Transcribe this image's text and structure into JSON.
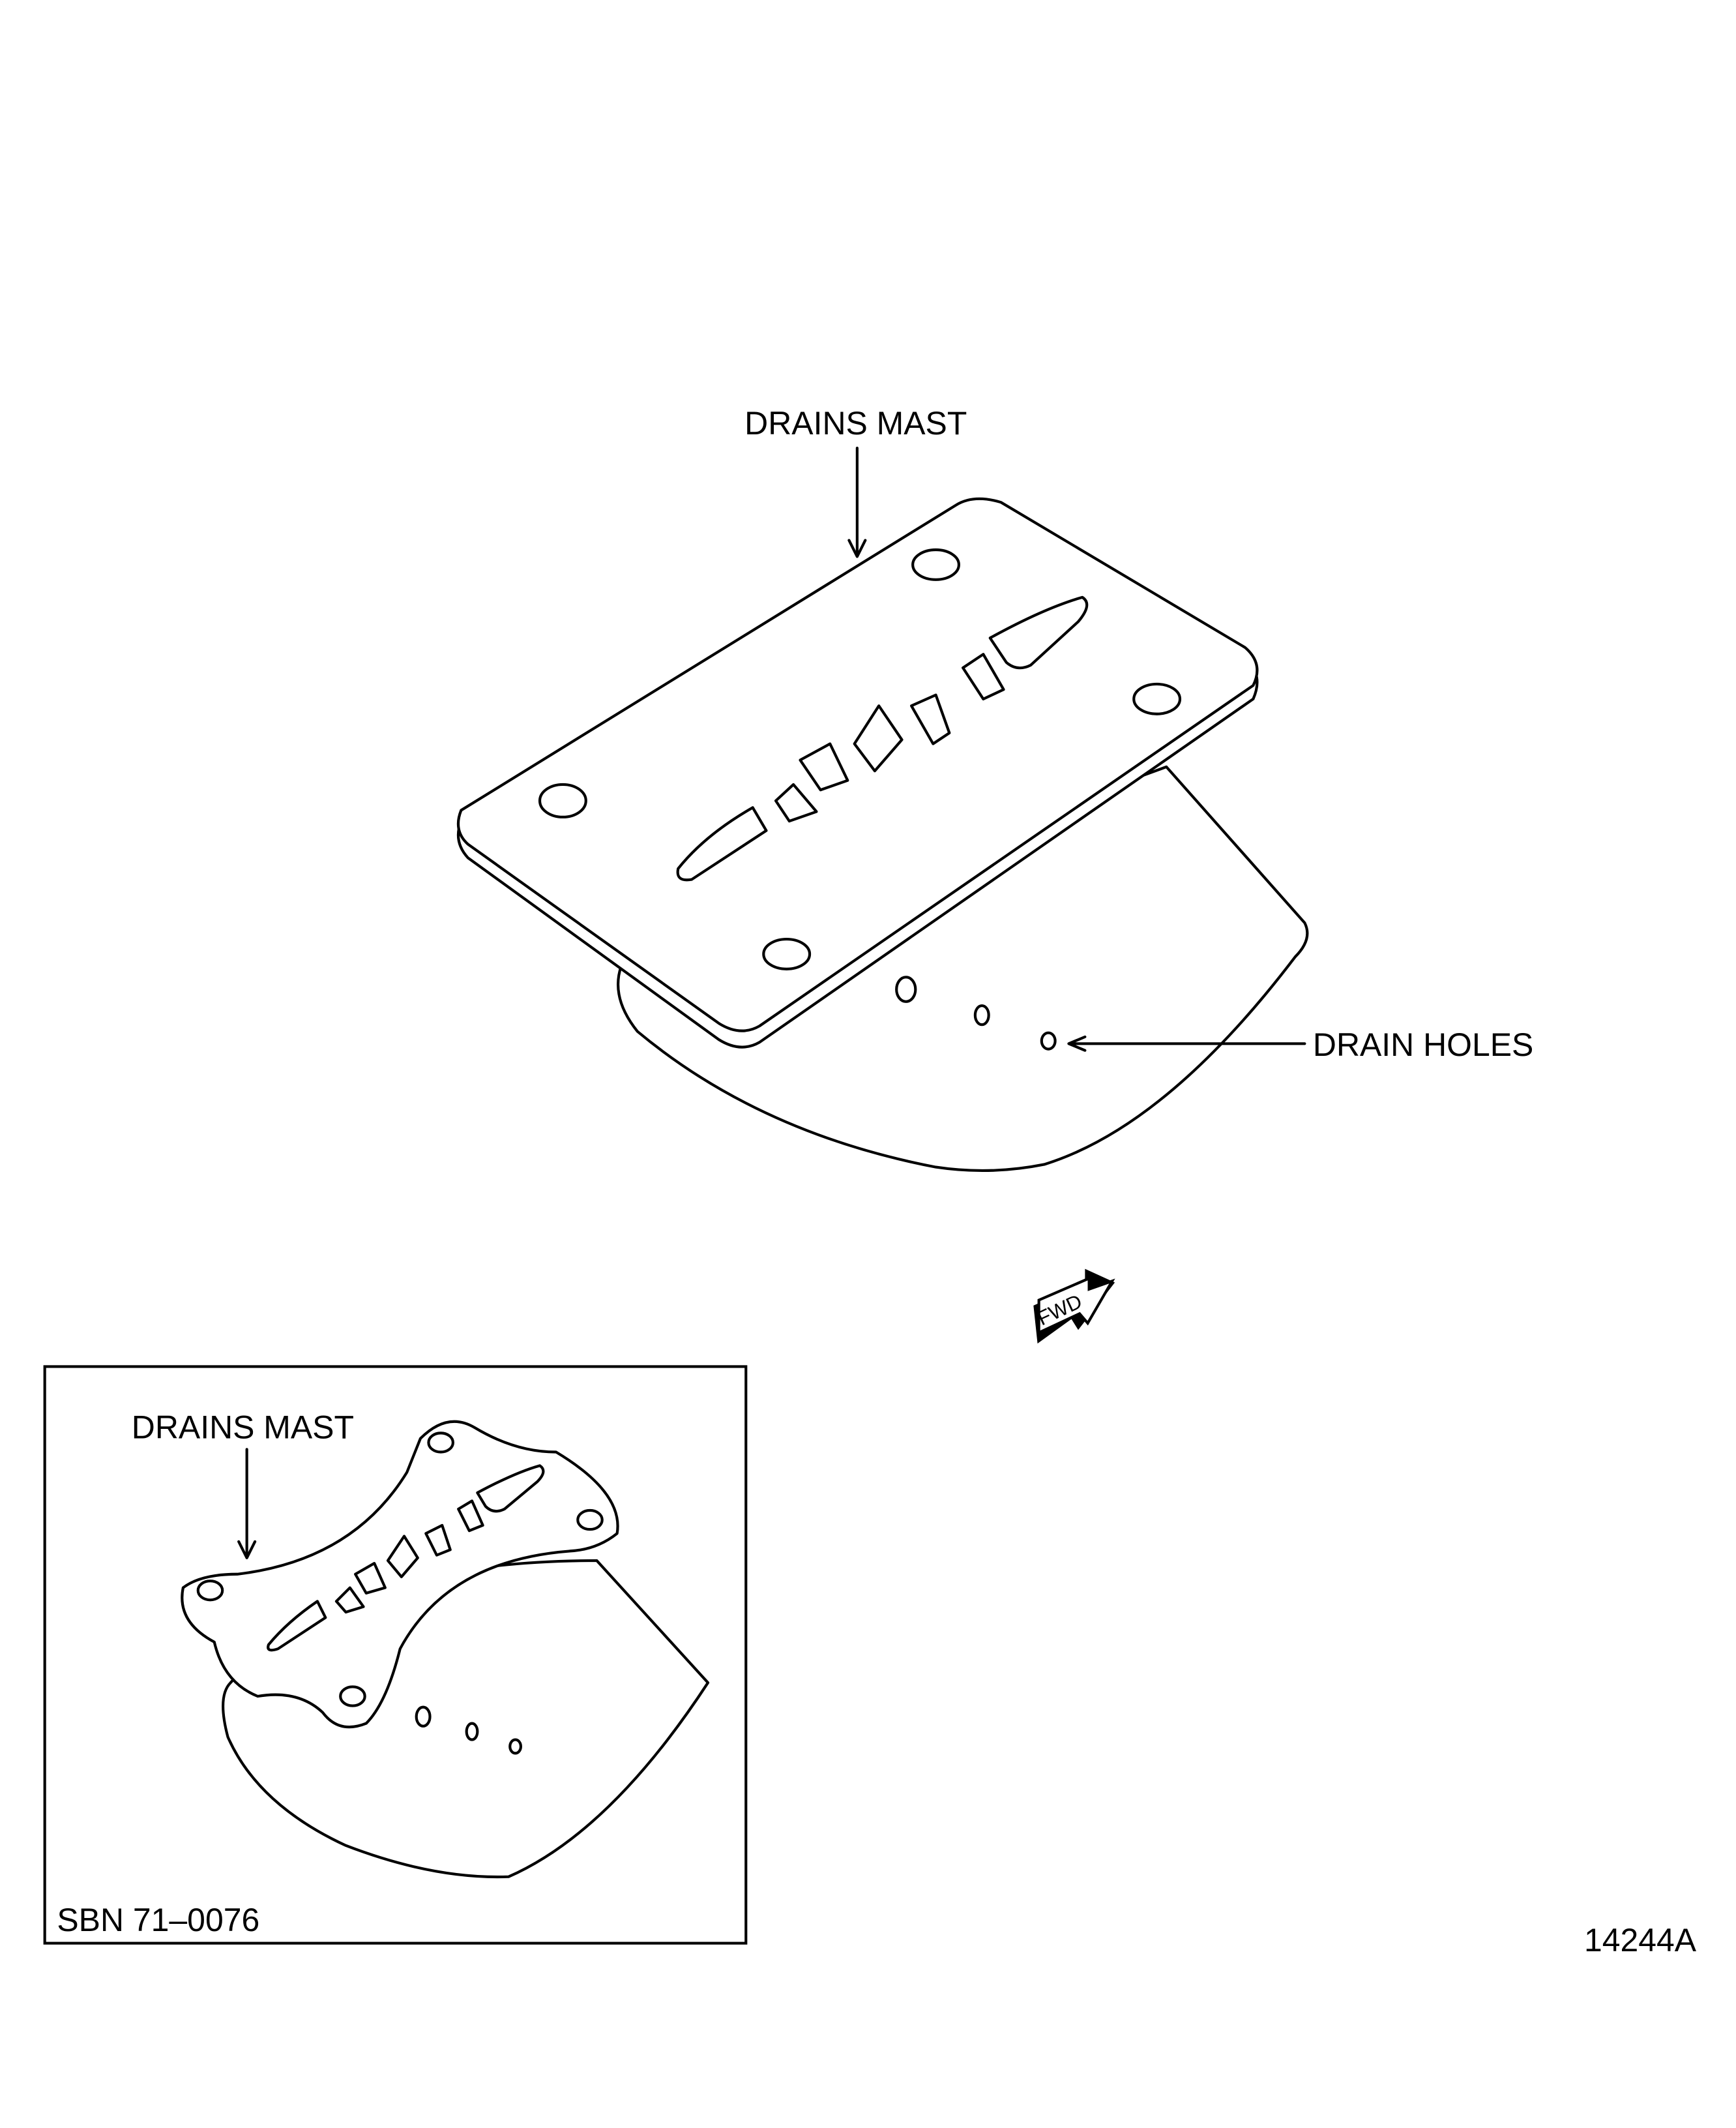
{
  "main_view": {
    "drains_mast_label": "DRAINS MAST",
    "drain_holes_label": "DRAIN HOLES",
    "fwd_label": "FWD"
  },
  "inset_view": {
    "drains_mast_label": "DRAINS MAST",
    "reference": "SBN 71–0076"
  },
  "figure_number": "14244A",
  "colors": {
    "ink": "#000000",
    "background": "#ffffff"
  }
}
